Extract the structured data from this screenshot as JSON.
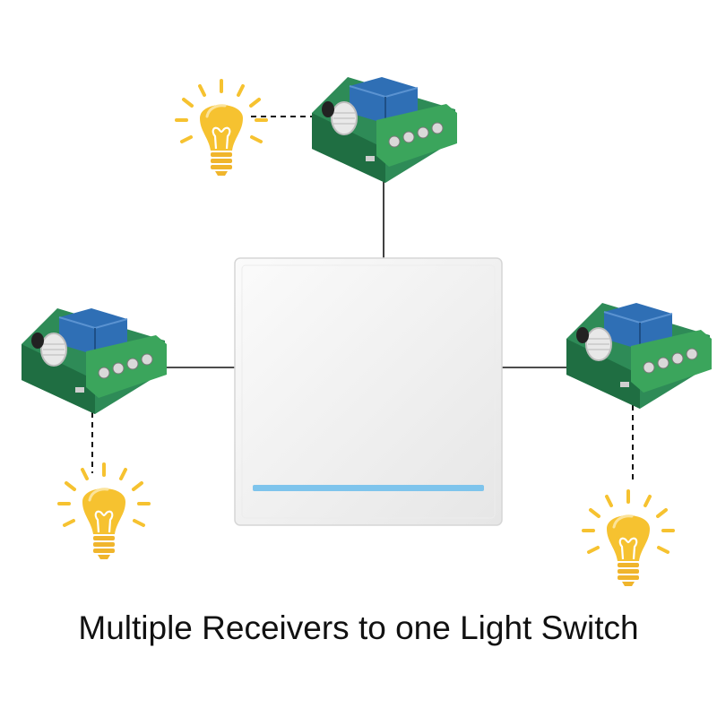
{
  "caption": "Multiple Receivers to one Light Switch",
  "colors": {
    "bulb": "#F6C230",
    "bulb_light": "#FBD972",
    "bulb_base": "#F0B52C",
    "pcb_green": "#2E8B57",
    "terminal_green": "#3BA55C",
    "relay_blue": "#2F6FB5",
    "switch_panel": "#F2F2F2",
    "indicator_blue": "#7EC4EC",
    "wire": "#111111"
  },
  "icons": {
    "bulb": "light-bulb-icon",
    "receiver": "relay-receiver-module",
    "switch": "wall-light-switch"
  }
}
